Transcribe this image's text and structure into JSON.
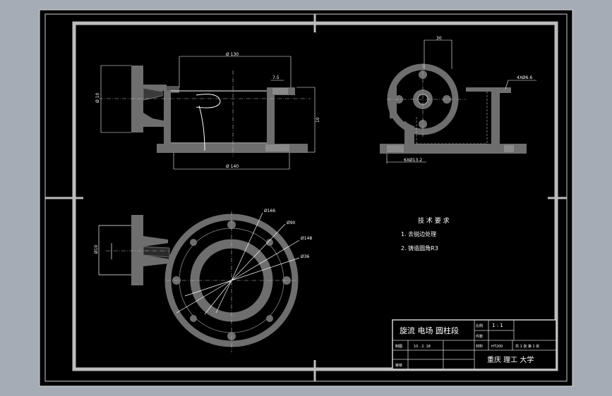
{
  "drawing": {
    "dimensions": {
      "top_width": "Ø 130",
      "top_height": "Ø 10",
      "top_vertical_right": "10",
      "top_bottom_width": "Ø 140",
      "top_small": "7.5",
      "side_top": "30",
      "side_hole": "4XØ6.6",
      "side_bottom": "6XØ13.2",
      "plan_d1": "Ø166",
      "plan_d2": "Ø90",
      "plan_d3": "Ø148",
      "plan_d4": "Ø36",
      "plan_left": "Ø10"
    },
    "notes": {
      "heading": "技 术 要 求",
      "item1": "1. 去锐边处理",
      "item2": "2. 铸造圆角R3"
    },
    "title_block": {
      "part_name": "旋流 电场 圆柱段",
      "ratio_label": "比例",
      "ratio_value": "1 : 1",
      "count_label": "件数",
      "drafted_label": "制图",
      "drafted_date": "10 . 2. 18",
      "reviewed_label": "审核",
      "weight_label": "材料",
      "weight_value": "HT200",
      "sheet_info": "共 1 张  第 1 张",
      "school": "重庆 理工 大学"
    }
  }
}
